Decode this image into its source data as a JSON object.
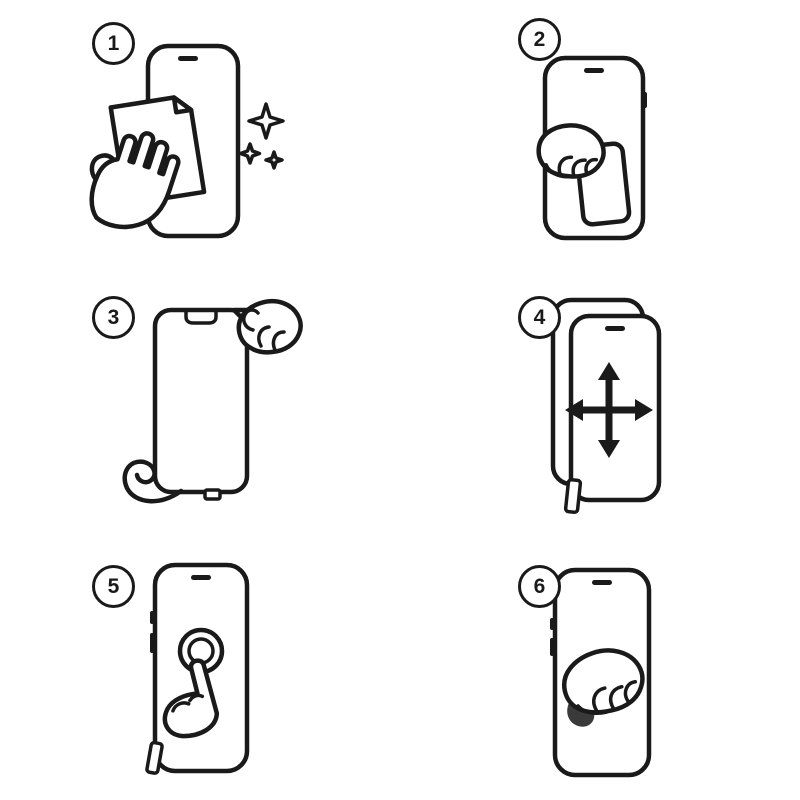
{
  "page": {
    "background": "#ffffff",
    "line_color": "#1a1a1a",
    "description_icon": "screen-protector-installation-diagram"
  },
  "steps": [
    {
      "number": "1",
      "icon": "clean-screen-with-cloth-icon"
    },
    {
      "number": "2",
      "icon": "peel-film-from-screen-icon"
    },
    {
      "number": "3",
      "icon": "peel-protector-backing-icon"
    },
    {
      "number": "4",
      "icon": "align-protector-arrows-icon"
    },
    {
      "number": "5",
      "icon": "press-screen-center-icon"
    },
    {
      "number": "6",
      "icon": "smooth-screen-with-cloth-icon"
    }
  ]
}
